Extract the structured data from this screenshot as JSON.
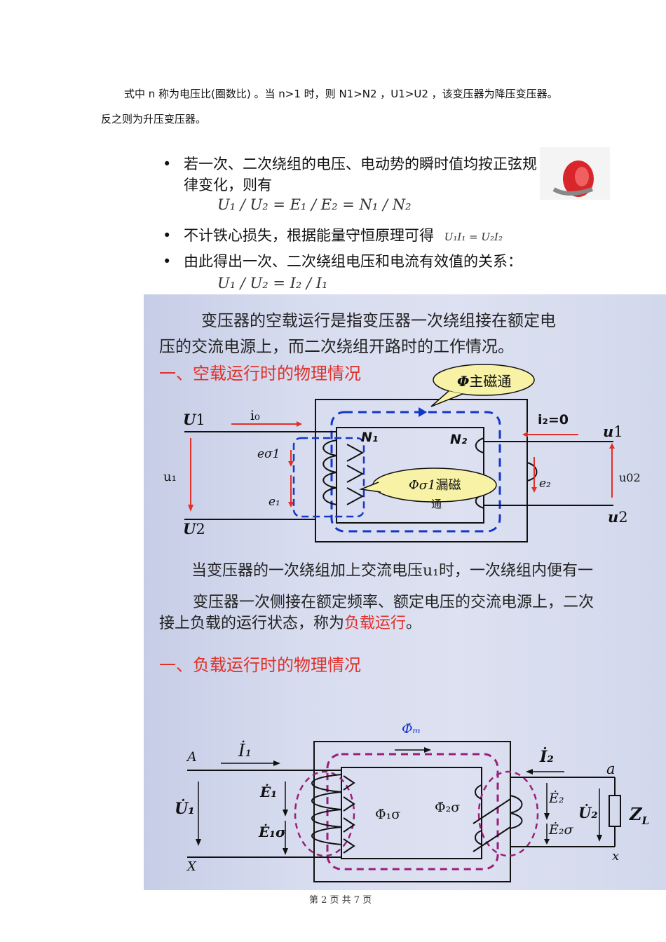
{
  "paragraph": {
    "line1": "式中 n 称为电压比(圈数比) 。当 n>1 时，则 N1>N2 ，U1>U2 ，该变压器为降压变压器。",
    "line2": "反之则为升压变压器。"
  },
  "bullets": {
    "b1_line1": "若一次、二次绕组的电压、电动势的瞬时值均按正弦规",
    "b1_line2": "律变化，则有",
    "f1": "U₁ / U₂ = E₁ / E₂ = N₁ / N₂",
    "b2": "不计铁心损失，根据能量守恒原理可得",
    "f2": "U₁I₁ = U₂I₂",
    "b3": "由此得出一次、二次绕组电压和电流有效值的关系：",
    "f3": "U₁ / U₂ = I₂ / I₁",
    "dot": "•"
  },
  "panel1": {
    "intro_line1": "变压器的空载运行是指变压器一次绕组接在额定电",
    "intro_line2": "压的交流电源上，而二次绕组开路时的工作情况。",
    "heading": "一、空载运行时的物理情况",
    "callout_main_symbol": "Φ",
    "callout_main_text": "主磁通",
    "callout_leak_symbol": "Φσ1",
    "callout_leak_text": "漏磁",
    "callout_leak_text2": "通",
    "label_U1": "U",
    "label_U1_num": "1",
    "label_i0": "i₀",
    "label_N1": "N₁",
    "label_N2": "N₂",
    "label_i2": "i₂=0",
    "label_u1_right": "u",
    "label_u1_right_num": "1",
    "label_eo1": "eσ1",
    "label_u1_left": "u₁",
    "label_e1": "e₁",
    "label_e2": "e₂",
    "label_u02": "u02",
    "label_U2": "U",
    "label_U2_num": "2",
    "label_u2_right": "u",
    "label_u2_right_num": "2",
    "bottom_text": "当变压器的一次绕组加上交流电压u₁时，一次绕组内便有一"
  },
  "panel2": {
    "intro_line1": "变压器一次侧接在额定频率、额定电压的交流电源上，二次",
    "intro_line2_a": "接上负载的运行状态，称为",
    "intro_line2_red": "负载运行",
    "intro_line2_end": "。",
    "heading": "一、负载运行时的物理情况",
    "label_phim": "Φ̇ₘ",
    "label_A": "A",
    "label_I1": "İ₁",
    "label_I2": "İ₂",
    "label_a": "a",
    "label_U1": "U̇₁",
    "label_E1": "Ė₁",
    "label_E1s": "Ė₁σ",
    "label_phi1s": "Φ̇₁σ",
    "label_phi2s": "Φ̇₂σ",
    "label_E2": "Ė₂",
    "label_E2s": "Ė₂σ",
    "label_U2": "U̇₂",
    "label_ZL": "Z",
    "label_ZL_sub": "L",
    "label_X": "X",
    "label_x": "x"
  },
  "footer": {
    "text": "第 2 页    共 7 页"
  },
  "colors": {
    "red": "#e0302a",
    "blue_flux": "#1536c8",
    "purple_flux": "#9a1f7a",
    "callout_fill": "#f7f2a6"
  }
}
